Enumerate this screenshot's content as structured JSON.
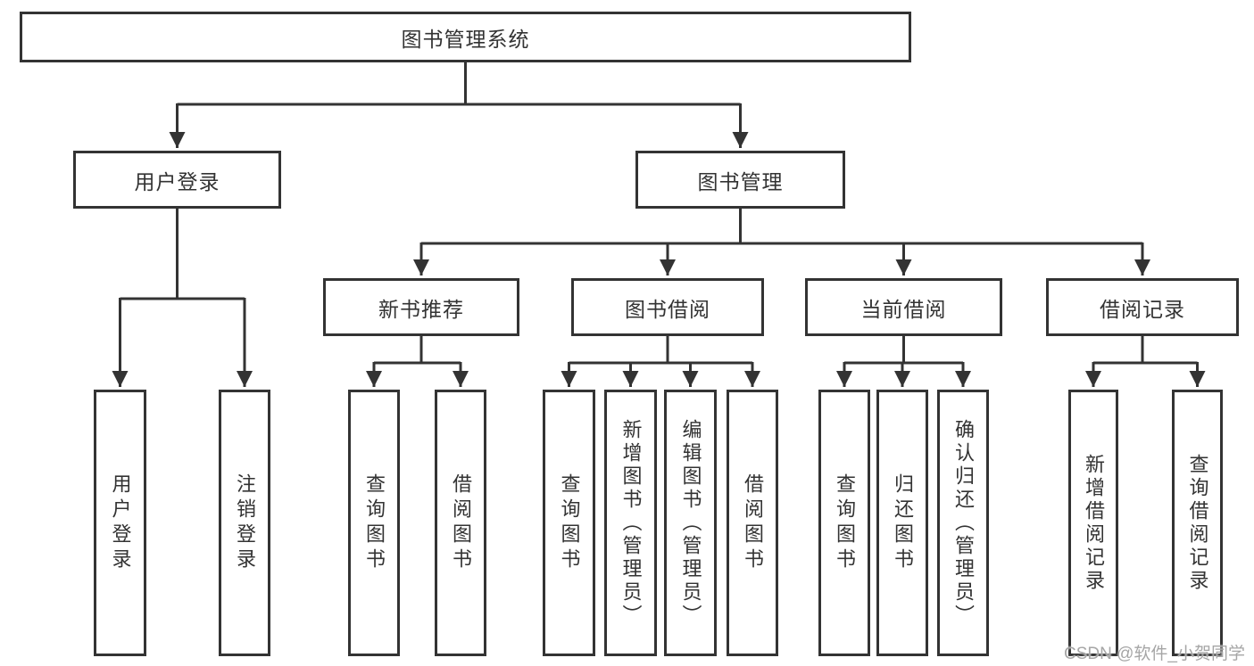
{
  "diagram": {
    "root": {
      "label": "图书管理系统"
    },
    "branches": [
      {
        "label": "用户登录",
        "children": [
          {
            "label": "用户登录"
          },
          {
            "label": "注销登录"
          }
        ]
      },
      {
        "label": "图书管理",
        "children": [
          {
            "label": "新书推荐",
            "children": [
              {
                "label": "查询图书"
              },
              {
                "label": "借阅图书"
              }
            ]
          },
          {
            "label": "图书借阅",
            "children": [
              {
                "label": "查询图书"
              },
              {
                "label": "新增图书（管理员）"
              },
              {
                "label": "编辑图书（管理员）"
              },
              {
                "label": "借阅图书"
              }
            ]
          },
          {
            "label": "当前借阅",
            "children": [
              {
                "label": "查询图书"
              },
              {
                "label": "归还图书"
              },
              {
                "label": "确认归还（管理员）"
              }
            ]
          },
          {
            "label": "借阅记录",
            "children": [
              {
                "label": "新增借阅记录"
              },
              {
                "label": "查询借阅记录"
              }
            ]
          }
        ]
      }
    ]
  },
  "watermark": "CSDN @软件_小贺同学",
  "colors": {
    "line": "#333333",
    "box_border": "#333333",
    "box_background": "#ffffff",
    "text": "#333333",
    "watermark": "#a6a6a6",
    "page_background": "#ffffff"
  }
}
